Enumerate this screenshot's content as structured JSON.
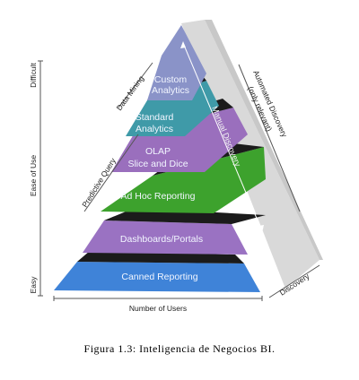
{
  "levels": [
    {
      "label": "Canned Reporting",
      "color": "#3f83d8"
    },
    {
      "label": "Dashboards/Portals",
      "color": "#9a72c2"
    },
    {
      "label": "Ad Hoc Reporting",
      "color": "#3da22d"
    },
    {
      "label": "OLAP",
      "label2": "Slice and Dice",
      "color": "#9a6fbd"
    },
    {
      "label": "Standard",
      "label2": "Analytics",
      "color": "#3f9aa8"
    },
    {
      "label": "Custom",
      "label2": "Analytics",
      "color": "#8a93c8"
    }
  ],
  "labels": {
    "difficult": "Difficult",
    "ease_of_use": "Ease of Use",
    "easy": "Easy",
    "number_of_users": "Number of Users",
    "discovery": "Discovery",
    "data_mining": "Data Mining",
    "predictive_query": "Predictive Query",
    "manual_discovery": "Manual Discovery",
    "automated_discovery": "Automated Discovery",
    "only_relevant": "(only relevant)"
  },
  "caption": "Figura 1.3: Inteligencia de Negocios BI."
}
